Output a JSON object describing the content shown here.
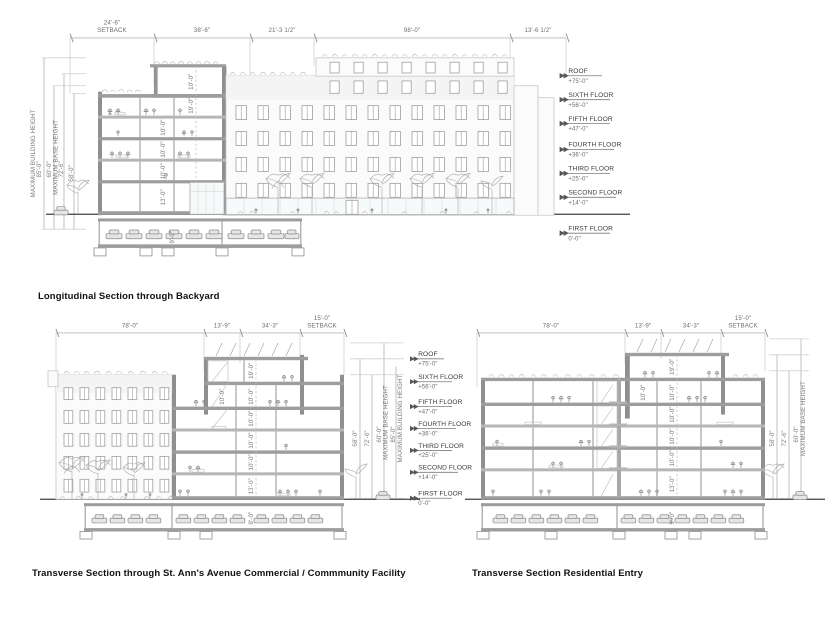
{
  "sheet": {
    "background_color": "#ffffff",
    "line_color": "#8f8f8f",
    "text_color": "#1a1a1a"
  },
  "drawings": [
    {
      "id": "longitudinal",
      "caption": "Longitudinal Section through Backyard",
      "horizontal_dimensions": [
        {
          "label": "24'-6\"",
          "sublabel": "SETBACK"
        },
        {
          "label": "38'-6\"",
          "sublabel": ""
        },
        {
          "label": "21'-3 1/2\"",
          "sublabel": ""
        },
        {
          "label": "98'-0\"",
          "sublabel": ""
        },
        {
          "label": "13'-6 1/2\"",
          "sublabel": ""
        }
      ],
      "vertical_dimensions": [
        {
          "label": "85'-0\"",
          "note": "MAXIMUM BUILDING HEIGHT"
        },
        {
          "label": "60'-0\"",
          "note": "MAXIMUM BASE HEIGHT"
        },
        {
          "label": "72'-6\"",
          "note": ""
        },
        {
          "label": "58'-0\"",
          "note": ""
        }
      ],
      "floor_levels": [
        {
          "name": "ROOF",
          "elevation": "+75'-0\""
        },
        {
          "name": "SIXTH FLOOR",
          "elevation": "+56'-0\""
        },
        {
          "name": "FIFTH FLOOR",
          "elevation": "+47'-0\""
        },
        {
          "name": "FOURTH FLOOR",
          "elevation": "+36'-0\""
        },
        {
          "name": "THIRD FLOOR",
          "elevation": "+25'-0\""
        },
        {
          "name": "SECOND FLOOR",
          "elevation": "+14'-0\""
        },
        {
          "name": "FIRST FLOOR",
          "elevation": "0'-0\""
        }
      ],
      "floor_heights": [
        "10'-0\"",
        "19'-0\"",
        "10'-0\"",
        "10'-0\"",
        "10'-0\"",
        "13'-0\"",
        "9'-0\""
      ]
    },
    {
      "id": "transverse-commercial",
      "caption": "Transverse Section through St. Ann's Avenue Commercial / Commmunity Facility",
      "horizontal_dimensions": [
        {
          "label": "78'-0\"",
          "sublabel": ""
        },
        {
          "label": "13'-9\"",
          "sublabel": ""
        },
        {
          "label": "34'-3\"",
          "sublabel": ""
        },
        {
          "label": "15'-0\"",
          "sublabel": "SETBACK"
        }
      ],
      "vertical_dimensions": [
        {
          "label": "85'-0\"",
          "note": "MAXIMUM BUILDING HEIGHT"
        },
        {
          "label": "60'-0\"",
          "note": "MAXIMUM BASE HEIGHT"
        },
        {
          "label": "72'-6\"",
          "note": ""
        },
        {
          "label": "58'-0\"",
          "note": ""
        }
      ],
      "floor_levels": [
        {
          "name": "ROOF",
          "elevation": "+75'-0\""
        },
        {
          "name": "SIXTH FLOOR",
          "elevation": "+56'-0\""
        },
        {
          "name": "FIFTH FLOOR",
          "elevation": "+47'-0\""
        },
        {
          "name": "FOURTH FLOOR",
          "elevation": "+36'-0\""
        },
        {
          "name": "THIRD FLOOR",
          "elevation": "+25'-0\""
        },
        {
          "name": "SECOND FLOOR",
          "elevation": "+14'-0\""
        },
        {
          "name": "FIRST FLOOR",
          "elevation": "0'-0\""
        }
      ],
      "floor_heights": [
        "19'-0\"",
        "10'-0\"",
        "10'-0\"",
        "10'-0\"",
        "10'-0\"",
        "13'-0\"",
        "9'-0\""
      ]
    },
    {
      "id": "transverse-residential",
      "caption": "Transverse Section Residential Entry",
      "horizontal_dimensions": [
        {
          "label": "78'-0\"",
          "sublabel": ""
        },
        {
          "label": "13'-9\"",
          "sublabel": ""
        },
        {
          "label": "34'-3\"",
          "sublabel": ""
        },
        {
          "label": "15'-0\"",
          "sublabel": "SETBACK"
        }
      ],
      "vertical_dimensions": [
        {
          "label": "85'-0\"",
          "note": "MAXIMUM BUILDING HEIGHT"
        },
        {
          "label": "60'-0\"",
          "note": "MAXIMUM BASE HEIGHT"
        },
        {
          "label": "72'-6\"",
          "note": ""
        },
        {
          "label": "58'-0\"",
          "note": ""
        }
      ],
      "floor_levels": [],
      "floor_heights": [
        "19'-0\"",
        "10'-0\"",
        "10'-0\"",
        "10'-0\"",
        "10'-0\"",
        "13'-0\"",
        "9'-0\""
      ]
    }
  ]
}
